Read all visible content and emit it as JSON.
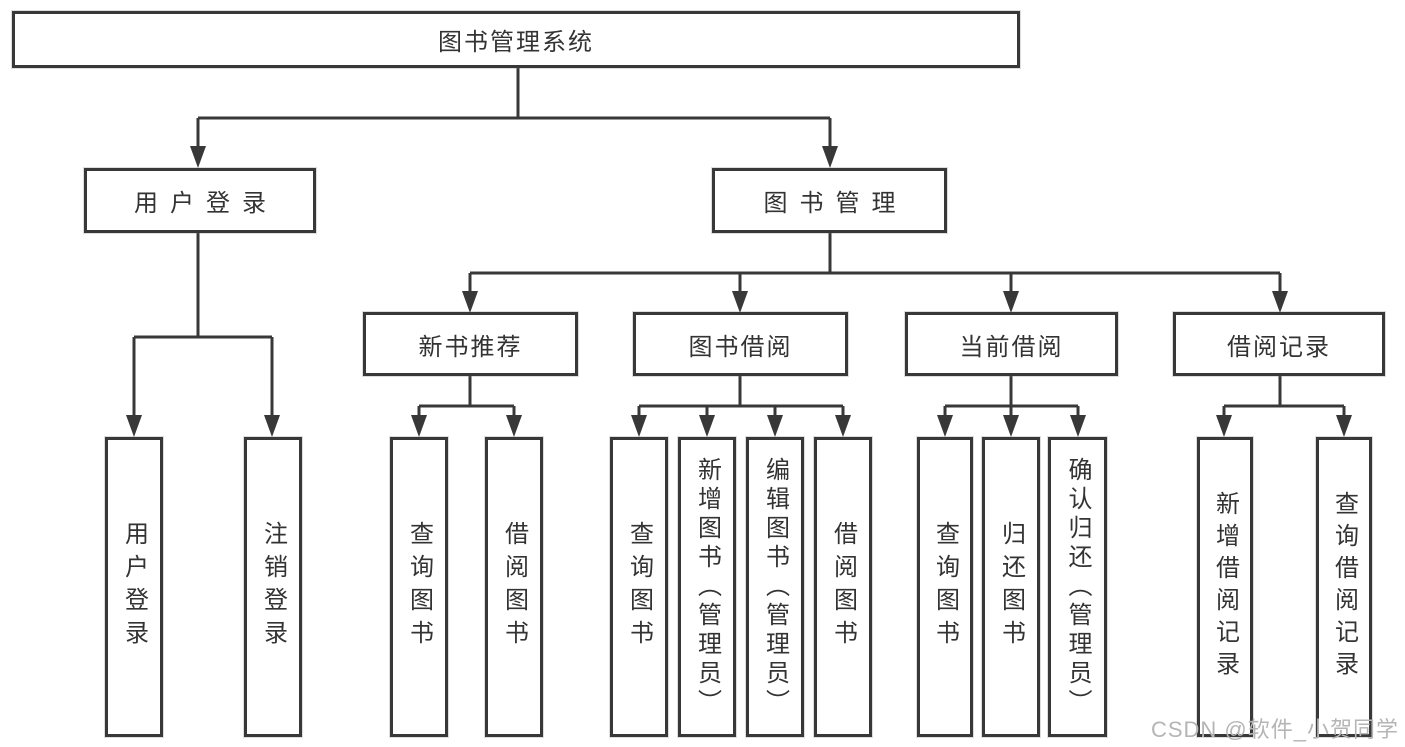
{
  "tree": {
    "label": "图书管理系统",
    "children": [
      {
        "label": "用户登录",
        "children": [
          {
            "label": "用户登录"
          },
          {
            "label": "注销登录"
          }
        ]
      },
      {
        "label": "图书管理",
        "children": [
          {
            "label": "新书推荐",
            "children": [
              {
                "label": "查询图书"
              },
              {
                "label": "借阅图书"
              }
            ]
          },
          {
            "label": "图书借阅",
            "children": [
              {
                "label": "查询图书"
              },
              {
                "label": "新增图书（管理员）"
              },
              {
                "label": "编辑图书（管理员）"
              },
              {
                "label": "借阅图书"
              }
            ]
          },
          {
            "label": "当前借阅",
            "children": [
              {
                "label": "查询图书"
              },
              {
                "label": "归还图书"
              },
              {
                "label": "确认归还（管理员）"
              }
            ]
          },
          {
            "label": "借阅记录",
            "children": [
              {
                "label": "新增借阅记录"
              },
              {
                "label": "查询借阅记录"
              }
            ]
          }
        ]
      }
    ]
  },
  "watermark": {
    "text": "CSDN @软件_小贺同学"
  },
  "colors": {
    "line": "#383838",
    "box_border": "#383838",
    "text": "#333333",
    "watermark": "#b5b5b5",
    "background": "#ffffff"
  }
}
